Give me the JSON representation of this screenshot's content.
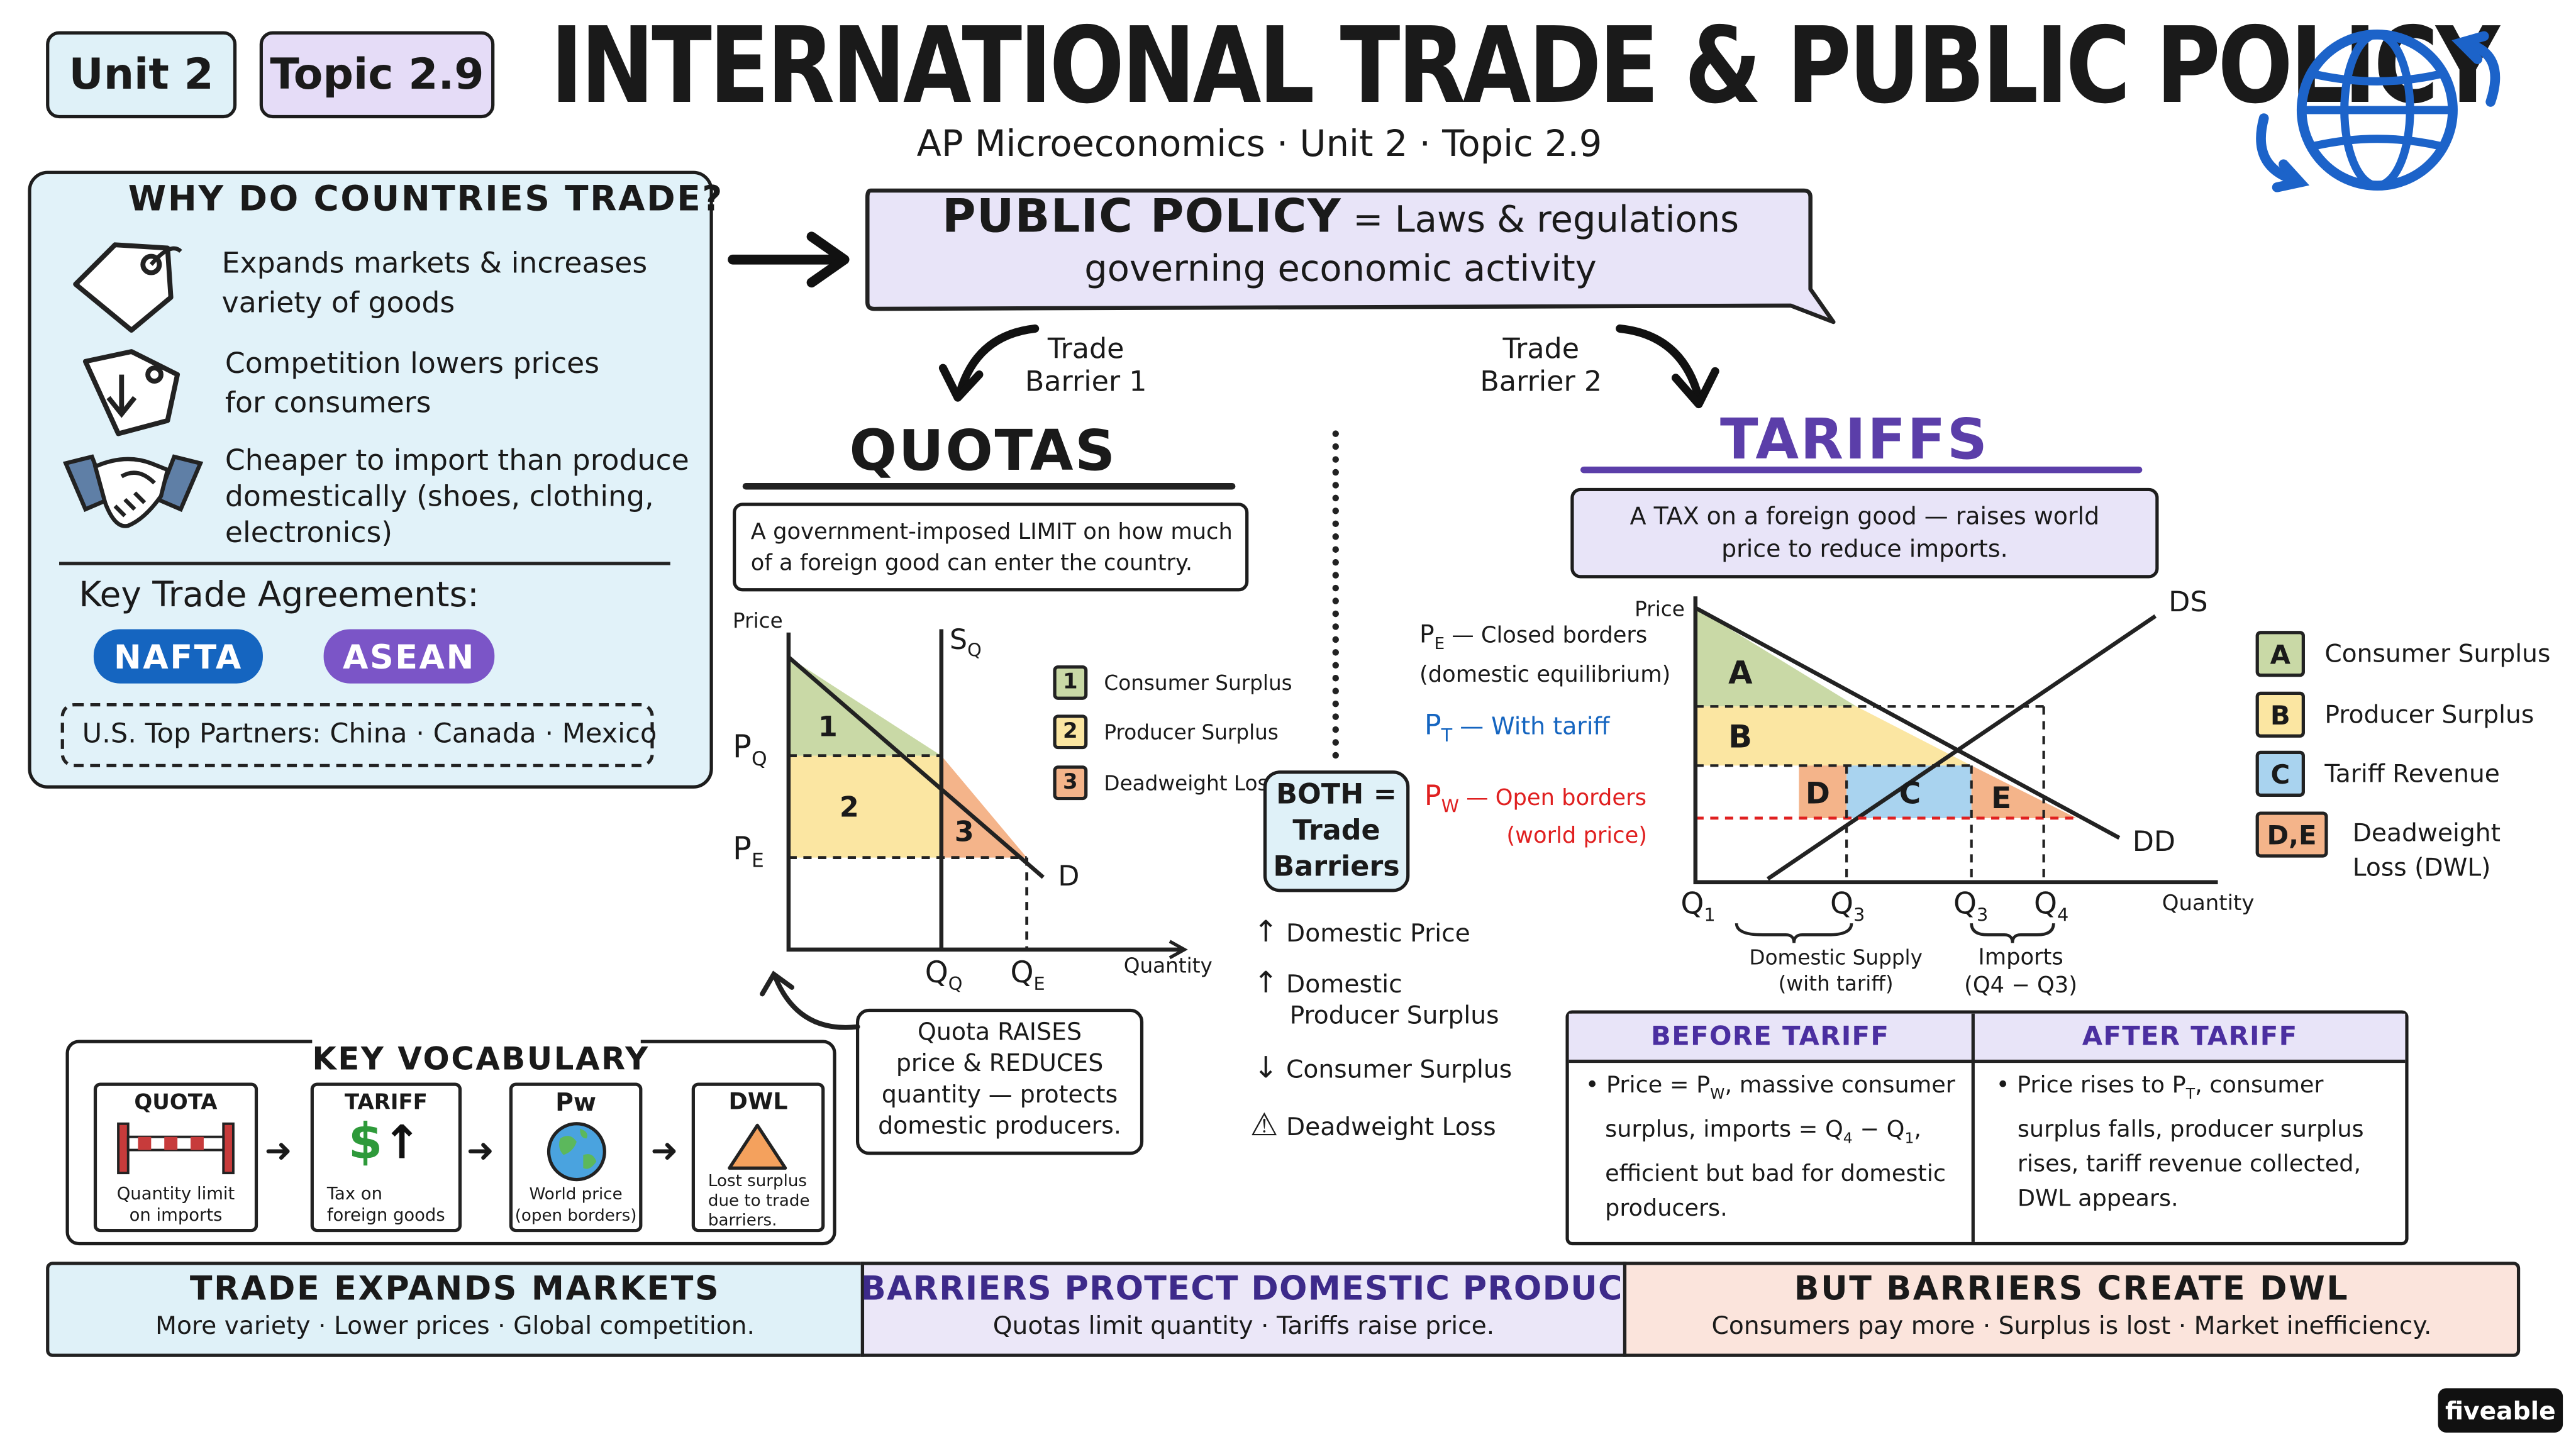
{
  "header": {
    "unit_tag": "Unit 2",
    "topic_tag": "Topic 2.9",
    "title": "INTERNATIONAL TRADE & PUBLIC POLICY",
    "subtitle": "AP Microeconomics · Unit 2 · Topic 2.9",
    "globe_icon": "globe-icon"
  },
  "why_trade": {
    "heading": "WHY DO COUNTRIES TRADE?",
    "reasons": [
      {
        "icon": "price-tag-icon",
        "line1": "Expands markets & increases",
        "line2": "variety of goods"
      },
      {
        "icon": "price-down-tag-icon",
        "line1": "Competition lowers prices",
        "line2": "for consumers"
      },
      {
        "icon": "handshake-icon",
        "line1": "Cheaper to import than produce",
        "line2": "domestically (shoes, clothing,",
        "line3": "electronics)"
      }
    ],
    "agreements_heading": "Key Trade Agreements:",
    "agreements": [
      "NAFTA",
      "ASEAN"
    ],
    "partners": "U.S. Top Partners: China · Canada · Mexico"
  },
  "public_policy": {
    "term": "PUBLIC POLICY",
    "equals": "= Laws & regulations",
    "line2": "governing economic activity"
  },
  "barrier_labels": {
    "left_line1": "Trade",
    "left_line2": "Barrier 1",
    "right_line1": "Trade",
    "right_line2": "Barrier 2"
  },
  "quotas": {
    "title": "QUOTAS",
    "definition_line1": "A government-imposed LIMIT on how much",
    "definition_line2": "of a foreign good can enter the country.",
    "note_line1": "Quota RAISES",
    "note_line2": "price & REDUCES",
    "note_line3": "quantity — protects",
    "note_line4": "domestic producers."
  },
  "middle": {
    "both_line1": "BOTH =",
    "both_line2": "Trade",
    "both_line3": "Barriers",
    "effects": [
      {
        "arrow": "↑",
        "line1": "Domestic Price",
        "line2": ""
      },
      {
        "arrow": "↑",
        "line1": "Domestic",
        "line2": "Producer Surplus"
      },
      {
        "arrow": "↓",
        "line1": "Consumer Surplus",
        "line2": ""
      },
      {
        "arrow": "⚠",
        "line1": "Deadweight Loss",
        "line2": ""
      }
    ]
  },
  "tariffs": {
    "title": "TARIFFS",
    "definition_line1": "A TAX on a foreign good — raises world",
    "definition_line2": "price to reduce imports.",
    "pe_label": "— Closed borders",
    "pe_note": "(domestic equilibrium)",
    "pt_label": "— With tariff",
    "pw_label": "— Open borders",
    "pw_note": "(world price)",
    "before_heading": "BEFORE TARIFF",
    "before_text": "• Price = Pw, massive consumer surplus, imports = Q4 − Q1, efficient but bad for domestic producers.",
    "before_lines": [
      "• Price = P",
      "surplus, imports = Q",
      "efficient but bad for domestic",
      "producers."
    ],
    "after_heading": "AFTER TARIFF",
    "after_lines": [
      "• Price rises to P",
      "surplus falls, producer surplus",
      "rises, tariff revenue collected,",
      "DWL appears."
    ]
  },
  "chart_data": [
    {
      "type": "area",
      "name": "Quota supply and demand",
      "xlabel": "Quantity",
      "ylabel": "Price",
      "curves": {
        "demand": {
          "label": "D",
          "points": [
            [
              0,
              10
            ],
            [
              10,
              0
            ]
          ]
        },
        "quota_supply": {
          "label": "SQ",
          "points": [
            [
              6,
              0
            ],
            [
              6,
              12
            ]
          ]
        }
      },
      "price_levels": [
        {
          "label": "PQ",
          "value": 6
        },
        {
          "label": "PE",
          "value": 2
        }
      ],
      "quantity_levels": [
        {
          "label": "QQ",
          "value": 6
        },
        {
          "label": "QE",
          "value": 10
        }
      ],
      "regions": [
        {
          "id": "1",
          "label": "Consumer Surplus",
          "color": "#c9d9a6"
        },
        {
          "id": "2",
          "label": "Producer Surplus",
          "color": "#fbe6a2"
        },
        {
          "id": "3",
          "label": "Deadweight Loss",
          "color": "#f4b48a"
        }
      ],
      "xlim": [
        0,
        12
      ],
      "ylim": [
        0,
        12
      ]
    },
    {
      "type": "area",
      "name": "Tariff supply and demand",
      "xlabel": "Quantity",
      "ylabel": "Price",
      "curves": {
        "demand": {
          "label": "DD",
          "points": [
            [
              0,
              10
            ],
            [
              15,
              0
            ]
          ]
        },
        "supply": {
          "label": "DS",
          "points": [
            [
              3,
              0
            ],
            [
              16,
              10
            ]
          ]
        }
      },
      "price_levels": [
        {
          "label": "PE",
          "value": 6.6,
          "meaning": "Closed borders (domestic equilibrium)"
        },
        {
          "label": "PT",
          "value": 4.2,
          "meaning": "With tariff"
        },
        {
          "label": "PW",
          "value": 2.2,
          "meaning": "Open borders (world price)"
        }
      ],
      "quantity_axis_labels": [
        "Q1",
        "Q3",
        "Q3",
        "Q4"
      ],
      "regions": [
        {
          "id": "A",
          "label": "Consumer Surplus",
          "color": "#c9d9a6"
        },
        {
          "id": "B",
          "label": "Producer Surplus",
          "color": "#fbe6a2"
        },
        {
          "id": "C",
          "label": "Tariff Revenue",
          "color": "#a9d3ef"
        },
        {
          "id": "D,E",
          "label": "Deadweight Loss (DWL)",
          "color": "#f4b48a"
        }
      ],
      "annotations": [
        {
          "text": "Domestic Supply (with tariff)"
        },
        {
          "text": "Imports (Q4 − Q3)"
        }
      ]
    }
  ],
  "quota_legend": [
    {
      "id": "1",
      "label": "Consumer Surplus",
      "color": "#c9d9a6"
    },
    {
      "id": "2",
      "label": "Producer Surplus",
      "color": "#fbe6a2"
    },
    {
      "id": "3",
      "label": "Deadweight Loss",
      "color": "#f4b48a"
    }
  ],
  "tariff_legend": [
    {
      "id": "A",
      "label": "Consumer Surplus",
      "label2": "",
      "color": "#c9d9a6"
    },
    {
      "id": "B",
      "label": "Producer Surplus",
      "label2": "",
      "color": "#fbe6a2"
    },
    {
      "id": "C",
      "label": "Tariff Revenue",
      "label2": "",
      "color": "#a9d3ef"
    },
    {
      "id": "D,E",
      "label": "Deadweight",
      "label2": "Loss (DWL)",
      "color": "#f4b48a"
    }
  ],
  "quota_chart_text": {
    "price": "Price",
    "quantity": "Quantity",
    "sq": "S",
    "sq_sub": "Q",
    "pq": "P",
    "pq_sub": "Q",
    "pe": "P",
    "pe_sub": "E",
    "qq": "Q",
    "qq_sub": "Q",
    "qe": "Q",
    "qe_sub": "E",
    "d": "D",
    "r1": "1",
    "r2": "2",
    "r3": "3"
  },
  "tariff_chart_text": {
    "price": "Price",
    "quantity": "Quantity",
    "ds": "DS",
    "dd": "DD",
    "a": "A",
    "b": "B",
    "c": "C",
    "d": "D",
    "e": "E",
    "q1": "Q",
    "q1_sub": "1",
    "q3a": "Q",
    "q3a_sub": "3",
    "q3b": "Q",
    "q3b_sub": "3",
    "q4": "Q",
    "q4_sub": "4",
    "domestic_supply_1": "Domestic Supply",
    "domestic_supply_2": "(with tariff)",
    "imports_1": "Imports",
    "imports_2": "(Q4 − Q3)",
    "pe": "P",
    "pe_sub": "E",
    "pt": "P",
    "pt_sub": "T",
    "pw": "P",
    "pw_sub": "W"
  },
  "vocabulary": {
    "heading": "KEY VOCABULARY",
    "cards": [
      {
        "term": "QUOTA",
        "icon": "barrier-icon",
        "def1": "Quantity limit",
        "def2": "on imports",
        "def3": ""
      },
      {
        "term": "TARIFF",
        "icon": "dollar-up-icon",
        "def1": "Tax on",
        "def2": "foreign goods",
        "def3": ""
      },
      {
        "term": "Pw",
        "icon": "world-globe-icon",
        "def1": "World price",
        "def2": "(open borders)",
        "def3": ""
      },
      {
        "term": "DWL",
        "icon": "triangle-icon",
        "def1": "Lost surplus",
        "def2": "due to trade",
        "def3": "barriers."
      }
    ]
  },
  "banners": [
    {
      "title": "TRADE EXPANDS MARKETS",
      "text": "More variety · Lower prices · Global competition.",
      "color": "#dff1f8"
    },
    {
      "title": "BARRIERS PROTECT DOMESTIC PRODUCERS",
      "text": "Quotas limit quantity · Tariffs raise price.",
      "color": "#ebe7f8"
    },
    {
      "title": "BUT BARRIERS CREATE DWL",
      "text": "Consumers pay more · Surplus is lost · Market inefficiency.",
      "color": "#fbe4dc"
    }
  ],
  "brand": "fiveable",
  "colors": {
    "light_blue": "#e1f2f9",
    "lavender": "#e8e4f8",
    "navy": "#1565c0",
    "purple": "#7b55c7",
    "red": "#e02020",
    "globe_blue": "#1c63c9"
  }
}
